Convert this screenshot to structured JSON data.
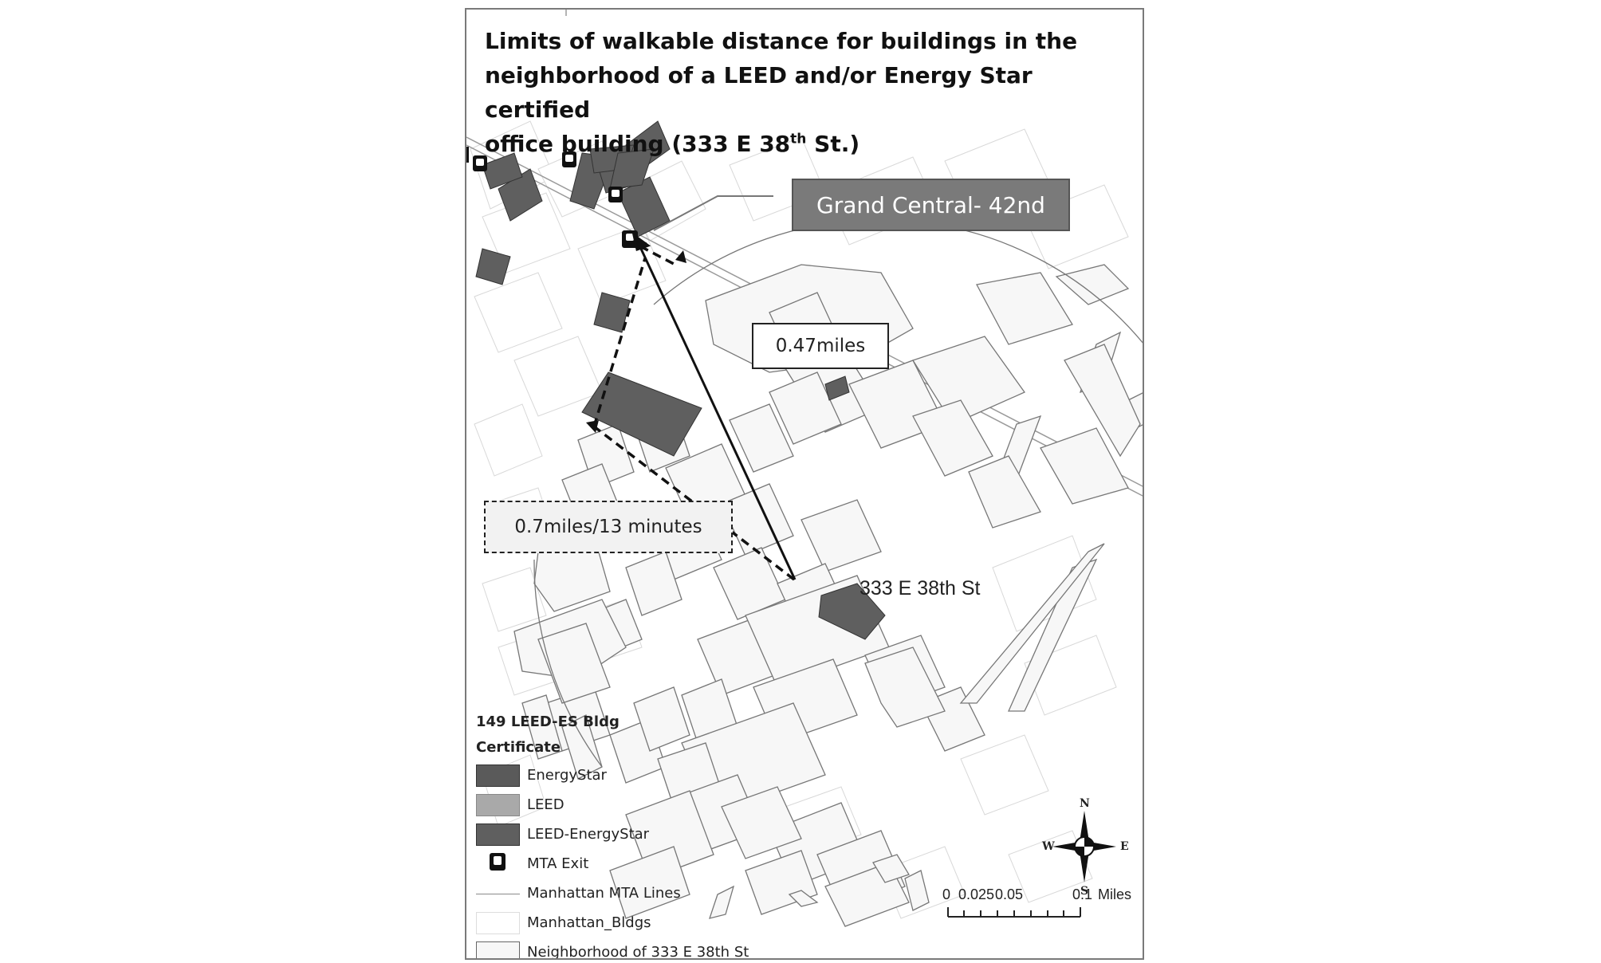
{
  "title": {
    "line1": "Limits of walkable distance for buildings in the",
    "line2": "neighborhood of a LEED and/or Energy Star certified",
    "line3_pre": "office building (333 E 38",
    "line3_sup": "th",
    "line3_post": " St.)"
  },
  "callouts": {
    "station": "Grand Central- 42nd",
    "direct_distance": "0.47miles",
    "walk_distance": "0.7miles/13 minutes",
    "site": "333 E 38th St"
  },
  "legend": {
    "title_line1": "149 LEED-ES Bldg",
    "title_line2": "Certificate",
    "items": [
      {
        "label": "EnergyStar",
        "color": "#5a5a5a"
      },
      {
        "label": "LEED",
        "color": "#a9a9a9"
      },
      {
        "label": "LEED-EnergyStar",
        "color": "#5f5f5f"
      },
      {
        "label": "MTA Exit",
        "icon": "subway-exit-icon"
      },
      {
        "label": "Manhattan MTA Lines",
        "color": "#8a8a8a"
      },
      {
        "label": "Manhattan_Bldgs",
        "color": "#ffffff"
      },
      {
        "label": "Neighborhood of 333 E 38th St",
        "color": "#f7f7f7"
      }
    ]
  },
  "scale_bar": {
    "t0": "0",
    "t1": "0.025",
    "t2": "0.05",
    "t3": "0.1",
    "units": "Miles"
  },
  "compass": {
    "n": "N",
    "s": "S",
    "e": "E",
    "w": "W"
  }
}
